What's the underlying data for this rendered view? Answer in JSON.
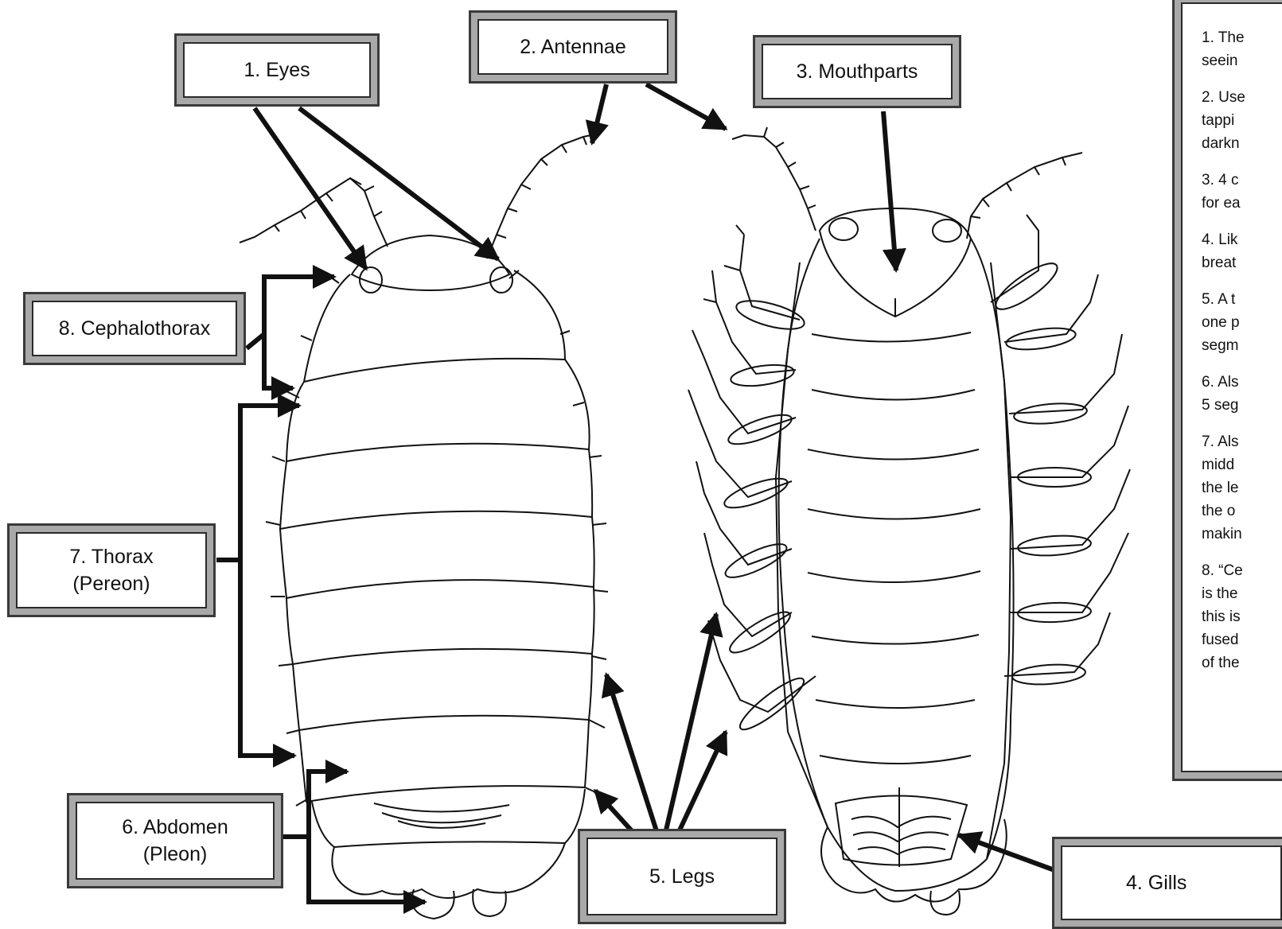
{
  "labels": {
    "eyes": "1. Eyes",
    "antennae": "2. Antennae",
    "mouthparts": "3. Mouthparts",
    "gills": "4. Gills",
    "legs": "5. Legs",
    "abdomen": [
      "6. Abdomen",
      "(Pleon)"
    ],
    "thorax": [
      "7. Thorax",
      "(Pereon)"
    ],
    "cephalothorax": "8. Cephalothorax"
  },
  "notes": [
    [
      "1. The",
      "seein"
    ],
    [
      "2. Use",
      "tappi",
      "darkn"
    ],
    [
      "3. 4 c",
      "for ea"
    ],
    [
      "4. Lik",
      "breat"
    ],
    [
      "5. A t",
      "one p",
      "segm"
    ],
    [
      "6. Als",
      "5 seg"
    ],
    [
      "7. Als",
      "midd",
      "the le",
      "the o",
      "makin"
    ],
    [
      "8. “Ce",
      "is the",
      "this is",
      "fused",
      "of the"
    ]
  ],
  "colors": {
    "frame": "#a9a9a9",
    "ink": "#111111"
  }
}
